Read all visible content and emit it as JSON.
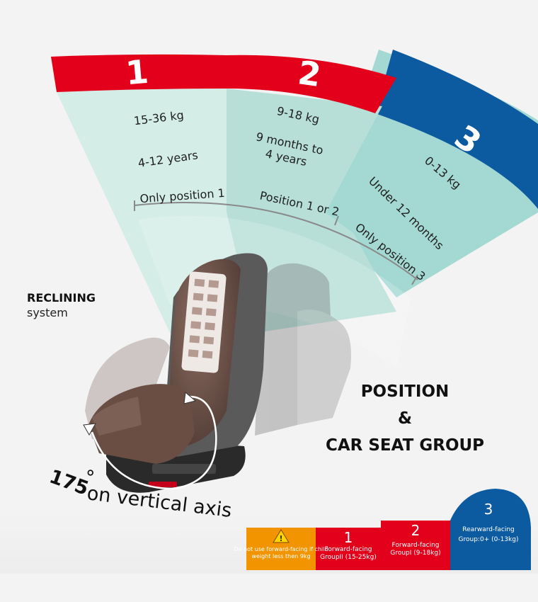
{
  "colors": {
    "background": "#ededed",
    "red": "#e2001a",
    "blue": "#0c5aa0",
    "orange": "#f29400",
    "zone1": "#d4ede6",
    "zone2": "#b7dfd7",
    "zone3": "#a4d8d2",
    "seat_brown": "#6a4e44"
  },
  "sectors": [
    {
      "number": "1",
      "weight": "15-36 kg",
      "age": "4-12 years"
    },
    {
      "number": "2",
      "weight": "9-18 kg",
      "age_line1": "9 months to",
      "age_line2": "4 years"
    },
    {
      "number": "3",
      "weight": "0-13 kg",
      "age": "Under 12 months"
    }
  ],
  "scale": {
    "only_position_1": "Only position 1",
    "position_1_or_2": "Position 1 or 2",
    "only_position_3": "Only position 3"
  },
  "reclining": {
    "line1": "RECLINING",
    "line2": "system"
  },
  "title": {
    "line1": "POSITION",
    "line2": "&",
    "line3": "CAR SEAT GROUP"
  },
  "rotation": {
    "degrees": "175",
    "degree_mark": "°",
    "text": "on vertical axis"
  },
  "legend": {
    "warning": {
      "line1": "Do not use forward-facing if child",
      "line2": "weight less then 9kg",
      "icon": "warning-icon"
    },
    "group1": {
      "number": "1",
      "line1": "Forward-facing",
      "line2": "GroupII  (15-25kg)"
    },
    "group2": {
      "number": "2",
      "line1": "Forward-facing",
      "line2": "GroupI  (9-18kg)"
    },
    "group3": {
      "number": "3",
      "line1": "Rearward-facing",
      "line2": "Group:0+  (0-13kg)"
    }
  }
}
